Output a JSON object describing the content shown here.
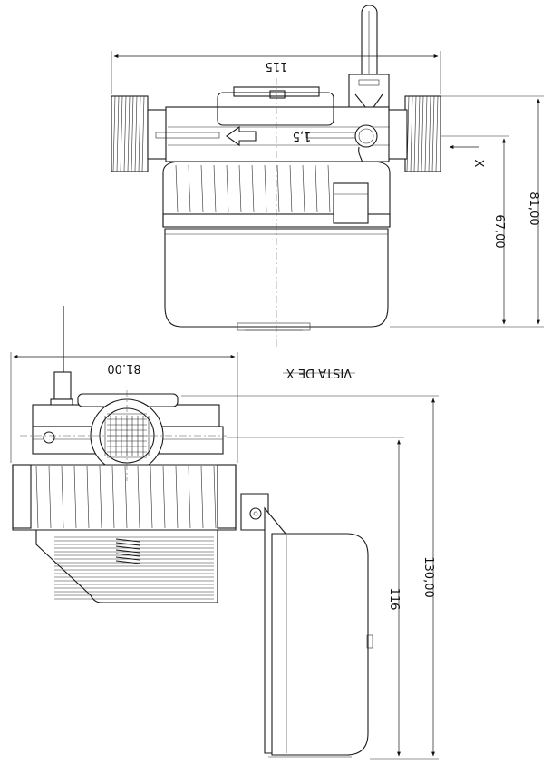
{
  "top_view": {
    "width_dim": "115",
    "height_dim_outer": "81,00",
    "height_dim_inner": "67,00",
    "arrow_label": "X",
    "flow_label": "1,5"
  },
  "side_view": {
    "width_dim": "81.00",
    "view_label": "VISTA DE X",
    "height_dim_outer": "130,00",
    "height_dim_inner": "116"
  }
}
